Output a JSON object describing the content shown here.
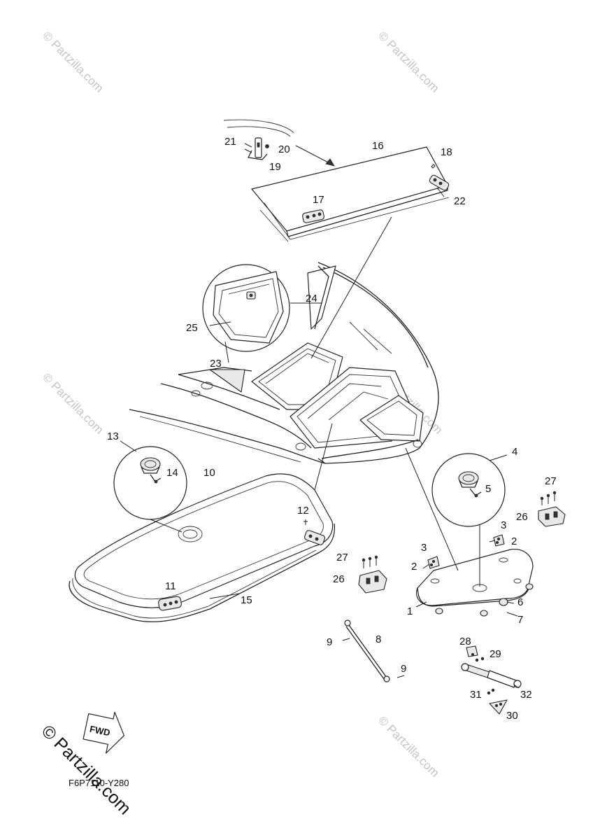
{
  "watermarks": {
    "tl": "© Partzilla.com",
    "tr": "© Partzilla.com",
    "ml": "© Partzilla.com",
    "mr": "© Partzilla.com",
    "br": "© Partzilla.com",
    "bl": "© Partzilla.com"
  },
  "diagram_code": "F6P7110-Y280",
  "fwd_label": "FWD",
  "callouts": {
    "c1": "1",
    "c2a": "2",
    "c2b": "2",
    "c3a": "3",
    "c3b": "3",
    "c4": "4",
    "c5": "5",
    "c6": "6",
    "c7": "7",
    "c8": "8",
    "c9a": "9",
    "c9b": "9",
    "c10": "10",
    "c11": "11",
    "c12": "12",
    "c13": "13",
    "c14": "14",
    "c15": "15",
    "c16": "16",
    "c17": "17",
    "c18": "18",
    "c19": "19",
    "c20": "20",
    "c21": "21",
    "c22": "22",
    "c23": "23",
    "c24": "24",
    "c25": "25",
    "c26a": "26",
    "c26b": "26",
    "c27a": "27",
    "c27b": "27",
    "c28": "28",
    "c29": "29",
    "c30": "30",
    "c31": "31",
    "c32": "32"
  }
}
